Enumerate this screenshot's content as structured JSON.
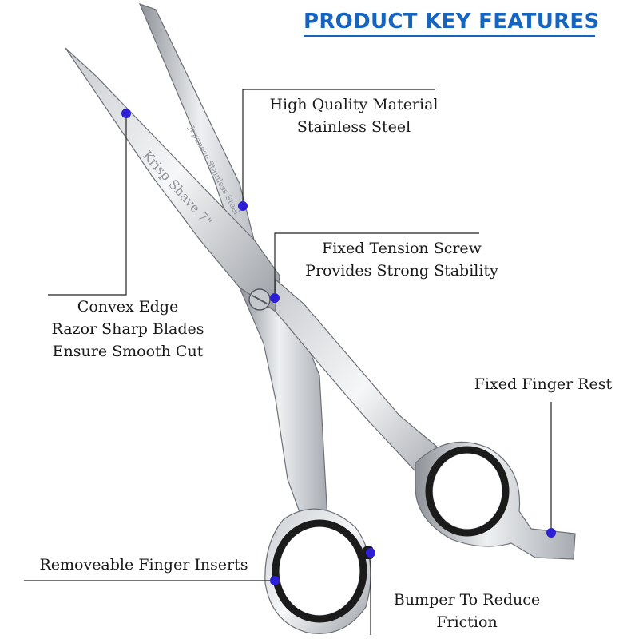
{
  "header": {
    "title": "PRODUCT KEY FEATURES"
  },
  "engraving": {
    "brand": "Krisp Shave 7\"",
    "material": "Japanese Stainless Steel"
  },
  "accent_color": "#1565c0",
  "dot_color": "#2d1fd6",
  "features": {
    "material": {
      "lines": [
        "High Quality Material",
        "Stainless Steel"
      ]
    },
    "screw": {
      "lines": [
        "Fixed Tension Screw",
        "Provides Strong Stability"
      ]
    },
    "edge": {
      "lines": [
        "Convex Edge",
        "Razor Sharp Blades",
        "Ensure Smooth Cut"
      ]
    },
    "finger_rest": {
      "lines": [
        "Fixed Finger Rest"
      ]
    },
    "inserts": {
      "lines": [
        "Removeable Finger Inserts"
      ]
    },
    "bumper": {
      "lines": [
        "Bumper To Reduce",
        "Friction"
      ]
    }
  }
}
